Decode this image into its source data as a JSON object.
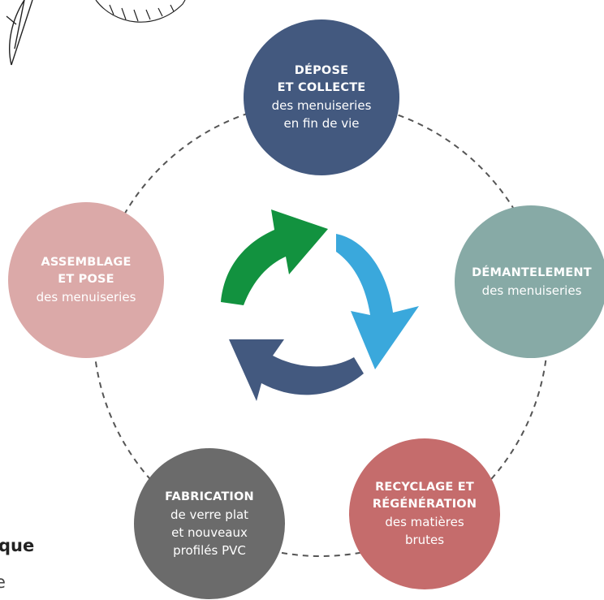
{
  "colors": {
    "depose": "#43597f",
    "demantelement": "#87aaa6",
    "recyclage": "#c56c6c",
    "fabrication": "#6b6b6b",
    "assemblage": "#dba9a8",
    "arrow_green": "#12923f",
    "arrow_blue": "#3aa8dc",
    "arrow_navy": "#43597f",
    "dash": "#555555"
  },
  "nodes": {
    "depose": {
      "title_1": "DÉPOSE",
      "title_2": "ET COLLECTE",
      "sub_1": "des menuiseries",
      "sub_2": "en fin de vie"
    },
    "demantelement": {
      "title_1": "DÉMANTELEMENT",
      "sub_1": "des menuiseries"
    },
    "recyclage": {
      "title_1": "RECYCLAGE ET",
      "title_2": "RÉGÉNÉRATION",
      "sub_1": "des matières",
      "sub_2": "brutes"
    },
    "fabrication": {
      "title_1": "FABRICATION",
      "sub_1": "de verre plat",
      "sub_2": "et nouveaux",
      "sub_3": "profilés PVC"
    },
    "assemblage": {
      "title_1": "ASSEMBLAGE",
      "title_2": "ET POSE",
      "sub_1": "des menuiseries"
    }
  },
  "edge_text": {
    "line_1": "que",
    "line_2": "e"
  },
  "icons": [
    "leaf-icon",
    "recycle-arrows-icon"
  ]
}
